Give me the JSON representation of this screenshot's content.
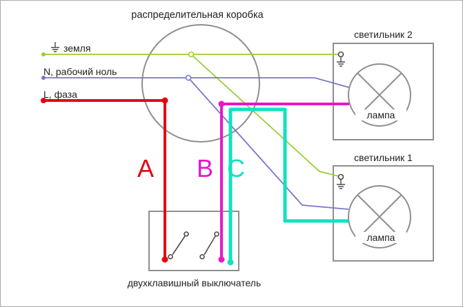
{
  "title": "распределительная коробка",
  "colors": {
    "ground": "#9ACD32",
    "neutral": "#7577CD",
    "phase": "#E30613",
    "wire_b": "#E817C9",
    "wire_c": "#10E2C2",
    "outline": "#8E8E8E",
    "glyph": "#4A4A4A"
  },
  "inputs": {
    "ground_label": "земля",
    "neutral_label": "N, рабочий ноль",
    "phase_label": "L, фаза"
  },
  "wire_letters": {
    "a": "A",
    "b": "B",
    "c": "C"
  },
  "switch_label": "двухклавишный выключатель",
  "fixtures": [
    {
      "label": "светильник 2",
      "lamp_label": "лампа"
    },
    {
      "label": "светильник 1",
      "lamp_label": "лампа"
    }
  ]
}
